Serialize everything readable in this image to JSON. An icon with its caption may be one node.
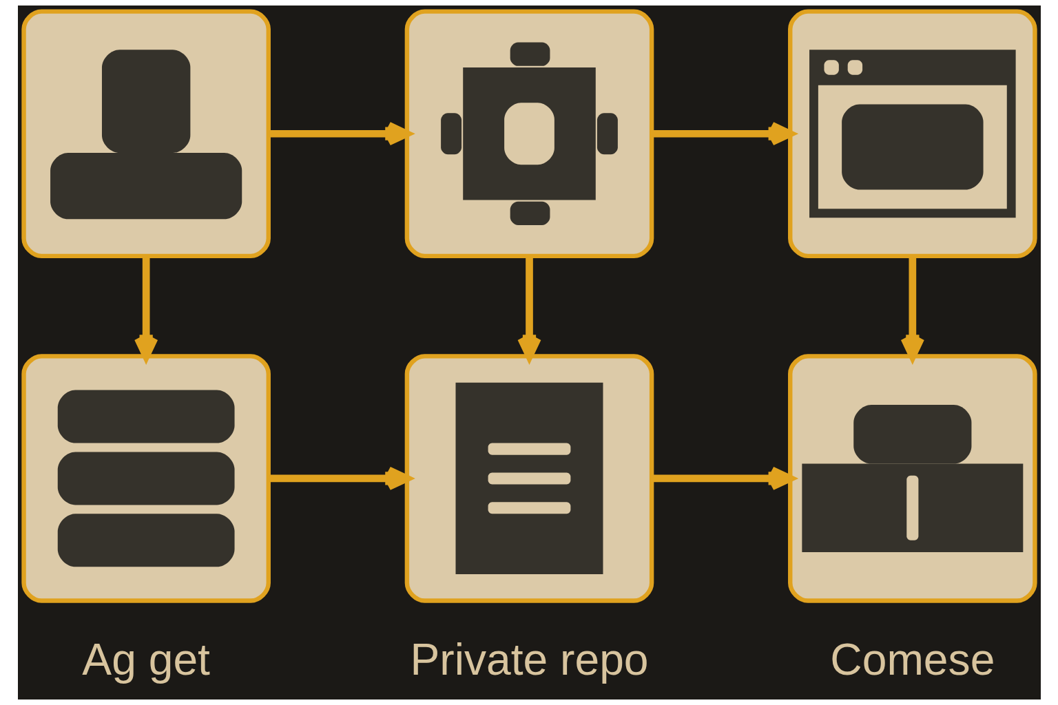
{
  "diagram": {
    "nodes": [
      {
        "text": [],
        "shape": "picture"
      },
      {
        "text": [],
        "shape": "picture"
      },
      {
        "text": [],
        "shape": "picture"
      },
      {
        "text": [],
        "shape": "picture",
        "beside": [
          "Ag get"
        ]
      },
      {
        "text": [],
        "shape": "picture",
        "beside": [
          "Private repo"
        ]
      },
      {
        "text": [],
        "shape": "picture",
        "beside": [
          "Comese"
        ]
      }
    ],
    "edges": [
      {
        "from": 0,
        "to": 1,
        "arrow": "to"
      },
      {
        "from": 1,
        "to": 2,
        "arrow": "to"
      },
      {
        "from": 0,
        "to": 3,
        "arrow": "to"
      },
      {
        "from": 1,
        "to": 4,
        "arrow": "to"
      },
      {
        "from": 2,
        "to": 5,
        "arrow": "to"
      },
      {
        "from": 3,
        "to": 4,
        "arrow": "to"
      },
      {
        "from": 4,
        "to": 5,
        "arrow": "to"
      }
    ]
  }
}
